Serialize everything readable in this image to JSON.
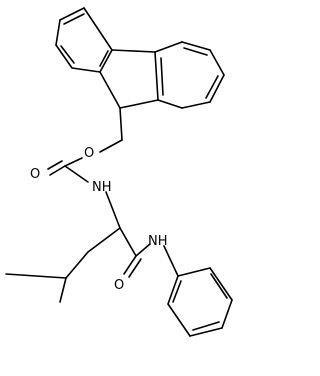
{
  "structure": {
    "atoms": {
      "o_ester": "O",
      "o_carbonyl_carbamate": "O",
      "nh_carbamate": "NH",
      "o_carbonyl_amide": "O",
      "nh_amide": "NH"
    }
  }
}
